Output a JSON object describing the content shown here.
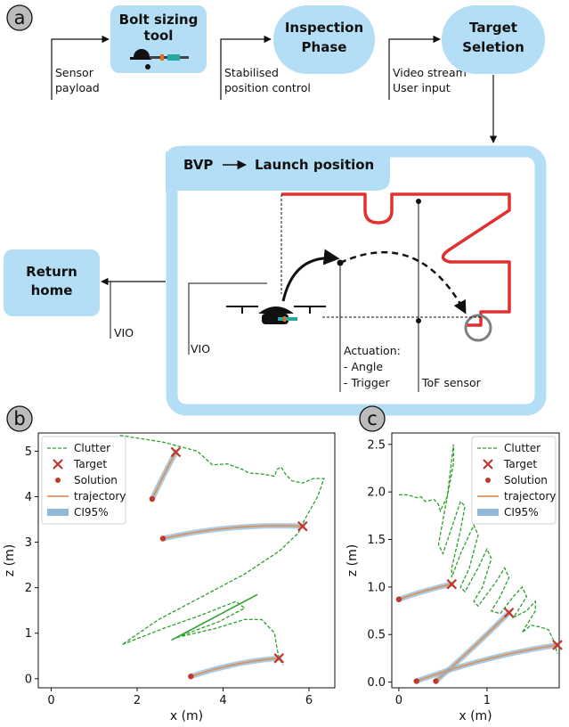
{
  "panel_a": {
    "letter": "a",
    "boxes": {
      "bolt_sizing_line1": "Bolt sizing",
      "bolt_sizing_line2": "tool",
      "inspection_line1": "Inspection",
      "inspection_line2": "Phase",
      "target_line1": "Target",
      "target_line2": "Seletion",
      "bvp_from": "BVP",
      "bvp_to": "Launch position",
      "return_line1": "Return",
      "return_line2": "home"
    },
    "arrow_labels": {
      "sensor_line1": "Sensor",
      "sensor_line2": "payload",
      "stab_line1": "Stabilised",
      "stab_line2": "position control",
      "video_line1": "Video stream",
      "video_line2": "User input",
      "vio_return": "VIO",
      "vio_drone": "VIO"
    },
    "annotations": {
      "actuation_line1": "Actuation:",
      "actuation_line2": "- Angle",
      "actuation_line3": "- Trigger",
      "tof": "ToF sensor"
    },
    "colors": {
      "box_fill": "#b3def5",
      "structure": "#e03030",
      "circle": "#808080"
    }
  },
  "chart_data": [
    {
      "panel": "b",
      "type": "line",
      "xlabel": "x (m)",
      "ylabel": "z (m)",
      "xlim": [
        -0.3,
        6.6
      ],
      "ylim": [
        -0.2,
        5.4
      ],
      "xticks": [
        0,
        2,
        4,
        6
      ],
      "yticks": [
        0,
        1,
        2,
        3,
        4,
        5
      ],
      "legend": [
        "Clutter",
        "Target",
        "Solution",
        "trajectory",
        "CI95%"
      ],
      "legend_position": "top-left",
      "clutter": [
        [
          1.6,
          5.35
        ],
        [
          2.6,
          5.2
        ],
        [
          3.4,
          5.0
        ],
        [
          3.75,
          4.7
        ],
        [
          4.1,
          4.72
        ],
        [
          4.45,
          4.6
        ],
        [
          4.6,
          4.52
        ],
        [
          4.9,
          4.5
        ],
        [
          5.2,
          4.45
        ],
        [
          5.25,
          4.6
        ],
        [
          5.35,
          4.65
        ],
        [
          5.45,
          4.5
        ],
        [
          5.6,
          4.35
        ],
        [
          5.85,
          4.3
        ],
        [
          6.1,
          4.4
        ],
        [
          6.35,
          4.4
        ],
        [
          6.2,
          4.0
        ],
        [
          5.9,
          3.5
        ],
        [
          5.75,
          3.2
        ],
        [
          5.3,
          2.8
        ],
        [
          4.5,
          2.3
        ],
        [
          3.5,
          1.8
        ],
        [
          2.5,
          1.3
        ],
        [
          1.65,
          0.75
        ],
        [
          2.6,
          1.1
        ],
        [
          3.5,
          1.4
        ],
        [
          4.3,
          1.7
        ],
        [
          4.5,
          1.55
        ],
        [
          3.9,
          1.25
        ],
        [
          2.9,
          0.9
        ],
        [
          3.8,
          1.1
        ],
        [
          4.5,
          1.3
        ],
        [
          4.9,
          1.3
        ],
        [
          5.0,
          1.2
        ],
        [
          5.2,
          1.0
        ],
        [
          5.25,
          0.7
        ],
        [
          5.3,
          0.45
        ],
        [
          5.4,
          0.3
        ]
      ],
      "clutter_line": [
        [
          2.8,
          0.85
        ],
        [
          4.8,
          1.85
        ]
      ],
      "targets": [
        [
          2.9,
          4.98
        ],
        [
          5.85,
          3.35
        ],
        [
          5.3,
          0.45
        ]
      ],
      "solutions": [
        [
          2.35,
          3.95
        ],
        [
          2.6,
          3.08
        ],
        [
          3.25,
          0.05
        ]
      ],
      "trajectories": [
        [
          [
            2.35,
            3.95
          ],
          [
            2.6,
            4.45
          ],
          [
            2.9,
            4.98
          ]
        ],
        [
          [
            2.6,
            3.08
          ],
          [
            4.2,
            3.42
          ],
          [
            5.85,
            3.35
          ]
        ],
        [
          [
            3.25,
            0.05
          ],
          [
            4.3,
            0.38
          ],
          [
            5.3,
            0.45
          ]
        ]
      ]
    },
    {
      "panel": "c",
      "type": "line",
      "xlabel": "x (m)",
      "ylabel": "z (m)",
      "xlim": [
        -0.08,
        1.82
      ],
      "ylim": [
        -0.06,
        2.62
      ],
      "xticks": [
        0,
        1
      ],
      "yticks": [
        0.0,
        0.5,
        1.0,
        1.5,
        2.0,
        2.5
      ],
      "ytick_labels": [
        "0.0",
        "0.5",
        "1.0",
        "1.5",
        "2.0",
        "2.5"
      ],
      "legend": [
        "Clutter",
        "Target",
        "Solution",
        "trajectory",
        "CI95%"
      ],
      "legend_position": "top-right",
      "clutter": [
        [
          0.0,
          1.97
        ],
        [
          0.1,
          1.97
        ],
        [
          0.2,
          1.94
        ],
        [
          0.25,
          1.95
        ],
        [
          0.3,
          1.9
        ],
        [
          0.4,
          1.92
        ],
        [
          0.45,
          1.87
        ],
        [
          0.47,
          1.8
        ],
        [
          0.55,
          1.95
        ],
        [
          0.62,
          2.5
        ],
        [
          0.62,
          2.3
        ],
        [
          0.55,
          1.95
        ],
        [
          0.5,
          1.7
        ],
        [
          0.45,
          1.45
        ],
        [
          0.5,
          1.35
        ],
        [
          0.7,
          1.9
        ],
        [
          0.75,
          1.85
        ],
        [
          0.7,
          1.6
        ],
        [
          0.6,
          1.2
        ],
        [
          0.6,
          1.1
        ],
        [
          0.7,
          1.35
        ],
        [
          0.85,
          1.65
        ],
        [
          0.9,
          1.55
        ],
        [
          0.8,
          1.2
        ],
        [
          0.7,
          1.0
        ],
        [
          0.75,
          0.95
        ],
        [
          0.9,
          1.2
        ],
        [
          1.0,
          1.4
        ],
        [
          1.05,
          1.3
        ],
        [
          0.95,
          1.0
        ],
        [
          0.85,
          0.85
        ],
        [
          0.9,
          0.8
        ],
        [
          1.1,
          1.05
        ],
        [
          1.2,
          1.2
        ],
        [
          1.25,
          1.1
        ],
        [
          1.15,
          0.9
        ],
        [
          1.05,
          0.75
        ],
        [
          1.15,
          0.72
        ],
        [
          1.3,
          0.9
        ],
        [
          1.4,
          1.0
        ],
        [
          1.45,
          0.9
        ],
        [
          1.35,
          0.75
        ],
        [
          1.3,
          0.68
        ],
        [
          1.45,
          0.75
        ],
        [
          1.55,
          0.85
        ],
        [
          1.55,
          0.75
        ],
        [
          1.45,
          0.6
        ],
        [
          1.4,
          0.52
        ],
        [
          1.5,
          0.6
        ],
        [
          1.6,
          0.58
        ],
        [
          1.7,
          0.55
        ],
        [
          1.75,
          0.45
        ],
        [
          1.8,
          0.3
        ]
      ],
      "clutter_line": [],
      "targets": [
        [
          0.6,
          1.03
        ],
        [
          1.25,
          0.73
        ],
        [
          1.8,
          0.39
        ]
      ],
      "solutions": [
        [
          0.0,
          0.87
        ],
        [
          0.2,
          0.01
        ],
        [
          0.42,
          0.01
        ]
      ],
      "trajectories": [
        [
          [
            0.0,
            0.87
          ],
          [
            0.3,
            0.97
          ],
          [
            0.6,
            1.03
          ]
        ],
        [
          [
            0.42,
            0.01
          ],
          [
            0.85,
            0.36
          ],
          [
            1.25,
            0.73
          ]
        ],
        [
          [
            0.2,
            0.01
          ],
          [
            1.0,
            0.28
          ],
          [
            1.8,
            0.39
          ]
        ]
      ]
    }
  ],
  "colors": {
    "clutter": "#2ca02c",
    "target": "#c0392b",
    "solution": "#c0392b",
    "trajectory": "#d99559",
    "ci": "#8fb7d8"
  }
}
